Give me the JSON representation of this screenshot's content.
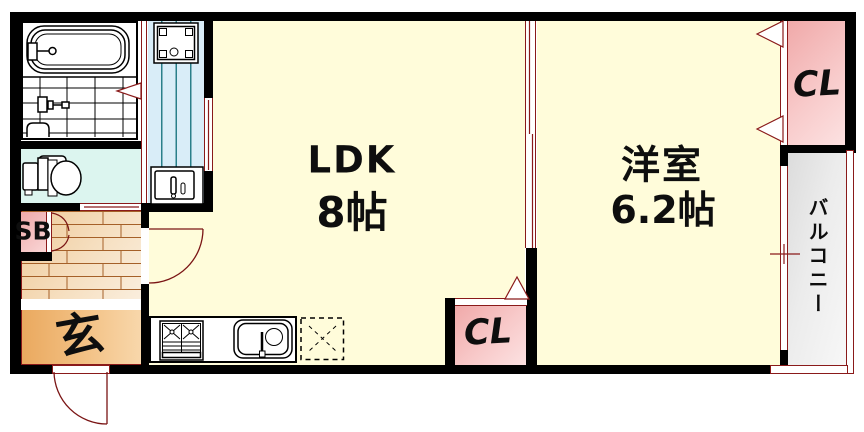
{
  "plan": {
    "type": "apartment-floor-plan",
    "rooms": {
      "ldk": {
        "name": "LDK",
        "size": "8帖"
      },
      "bedroom": {
        "name": "洋室",
        "size": "6.2帖"
      },
      "closet_top": {
        "label": "CL"
      },
      "closet_bottom": {
        "label": "CL"
      },
      "balcony": {
        "label": "バルコニー"
      },
      "entrance": {
        "label": "玄"
      },
      "shoe_box": {
        "label": "SB"
      }
    },
    "fixtures": {
      "bathtub": "bathtub-icon",
      "bathroom_floor": "tiled-floor-grid",
      "toilet": "toilet-icon",
      "washing_machine_pan": "washing-machine-pan-icon",
      "vanity": "vanity-sink-icon",
      "gas_stove": "gas-stove-icon",
      "kitchen_sink": "kitchen-sink-icon",
      "refrigerator_space": "refrigerator-space-dashed-icon"
    },
    "colors": {
      "wall": "#000000",
      "room_floor_cream": "#fffcda",
      "closet_pink": "#f3b6b6",
      "entrance_orange": "#edb170",
      "hallway_wood": "#f2d2a6",
      "washroom_blue": "#d9edf8",
      "toilet_cyan": "#dcf5ef",
      "balcony_gray": "#e3e3e3",
      "door_frame_red": "#8a1a1a"
    }
  }
}
